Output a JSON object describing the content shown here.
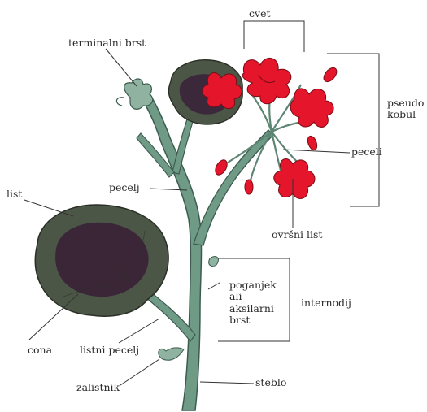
{
  "labels": {
    "cvet": "cvet",
    "terminalni_brst": "terminalni brst",
    "pseudo_kobul": "pseudo kobul",
    "peceli_right": "peceli",
    "list": "list",
    "pecelj": "pecelj",
    "ovrsni_list": "ovršni list",
    "poganjek": "poganjek ali aksilarni brst",
    "internodij": "internodij",
    "cona": "cona",
    "listni_pecelj": "listni pecelj",
    "zalistnik": "zalistnik",
    "steblo": "steblo"
  },
  "colors": {
    "stem": "#6f9a86",
    "stem_dark": "#3d5c50",
    "leaf_outer": "#4c5646",
    "leaf_zone": "#3a2438",
    "flower": "#e5152b",
    "flower_dark": "#7a0d16",
    "line": "#333333"
  }
}
